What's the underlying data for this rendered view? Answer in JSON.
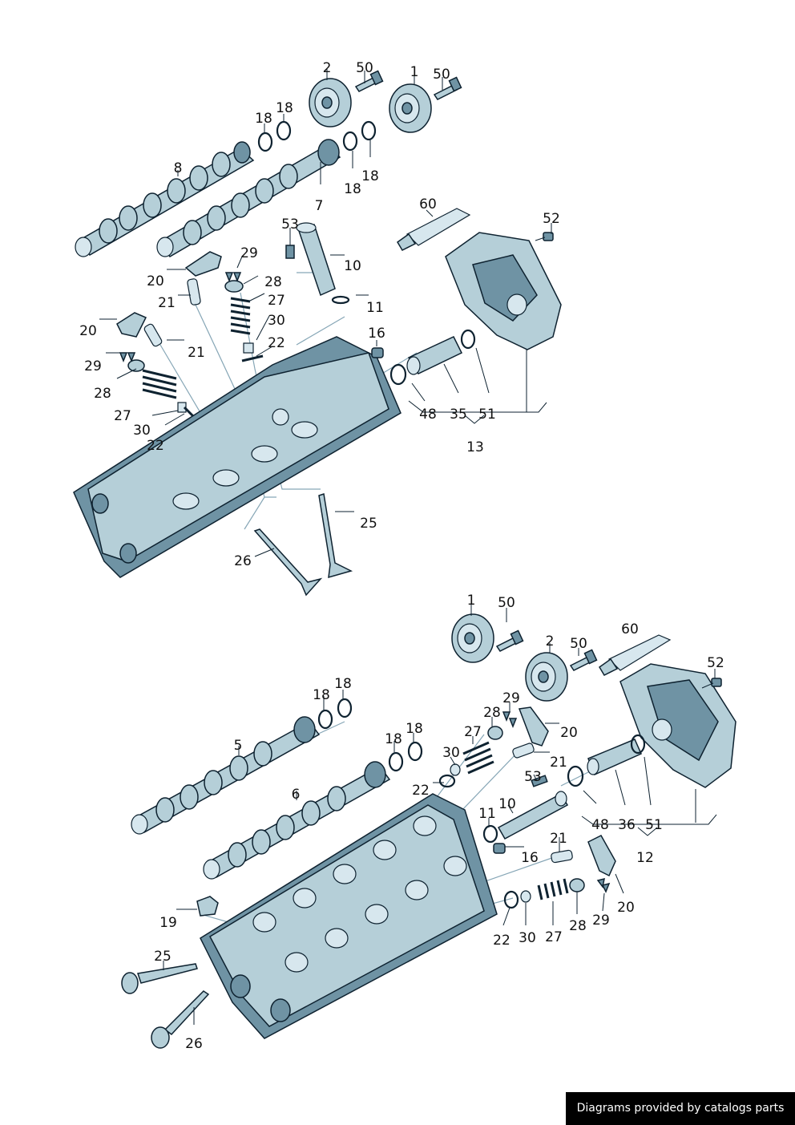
{
  "credit": "Diagrams provided by catalogs parts",
  "labels": {
    "u2": "2",
    "u50a": "50",
    "u1": "1",
    "u50b": "50",
    "u18a": "18",
    "u18b": "18",
    "u18c": "18",
    "u18d": "18",
    "u8": "8",
    "u7": "7",
    "u60": "60",
    "u52": "52",
    "u53": "53",
    "u10": "10",
    "u29a": "29",
    "u28a": "28",
    "u27a": "27",
    "u11": "11",
    "u20a": "20",
    "u21a": "21",
    "u20b": "20",
    "u21b": "21",
    "u30a": "30",
    "u22a": "22",
    "u16": "16",
    "u29b": "29",
    "u28b": "28",
    "u27b": "27",
    "u30b": "30",
    "u22b": "22",
    "u48": "48",
    "u35": "35",
    "u51": "51",
    "u13": "13",
    "u25": "25",
    "u26": "26",
    "l1": "1",
    "l50a": "50",
    "l60": "60",
    "l2": "2",
    "l50b": "50",
    "l52": "52",
    "l18a": "18",
    "l18b": "18",
    "l18c": "18",
    "l18d": "18",
    "l29a": "29",
    "l28a": "28",
    "l20a": "20",
    "l27a": "27",
    "l5": "5",
    "l30a": "30",
    "l21a": "21",
    "l53": "53",
    "l22a": "22",
    "l6": "6",
    "l10": "10",
    "l48": "48",
    "l36": "36",
    "l51": "51",
    "l11": "11",
    "l21b": "21",
    "l16": "16",
    "l12": "12",
    "l19": "19",
    "l20b": "20",
    "l29b": "29",
    "l28b": "28",
    "l27b": "27",
    "l30b": "30",
    "l22b": "22",
    "l25": "25",
    "l26": "26"
  }
}
